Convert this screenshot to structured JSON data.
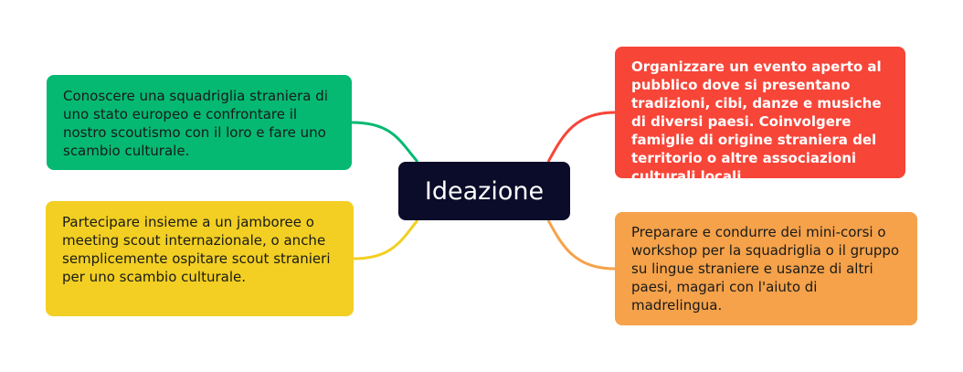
{
  "center": {
    "label": "Ideazione",
    "color": "#0b0b2a"
  },
  "ideas": {
    "top_left": {
      "text": "Conoscere una squadriglia straniera di uno stato europeo e confrontare il nostro scoutismo con il loro e fare uno scambio culturale.",
      "color": "#05b972"
    },
    "bottom_left": {
      "text": "Partecipare insieme a un jamboree o meeting scout internazionale, o anche semplicemente ospitare scout stranieri per uno scambio culturale.",
      "color": "#f2cf22"
    },
    "top_right": {
      "text": "Organizzare un evento aperto al pubblico dove si presentano tradizioni, cibi, danze e musiche di diversi paesi. Coinvolgere famiglie di origine straniera del territorio o altre associazioni culturali locali.",
      "color": "#f74538"
    },
    "bottom_right": {
      "text": "Preparare e condurre dei mini-corsi o workshop per la squadriglia o il gruppo su lingue straniere e usanze di altri paesi, magari con l'aiuto di madrelingua.",
      "color": "#f5a24a"
    }
  }
}
